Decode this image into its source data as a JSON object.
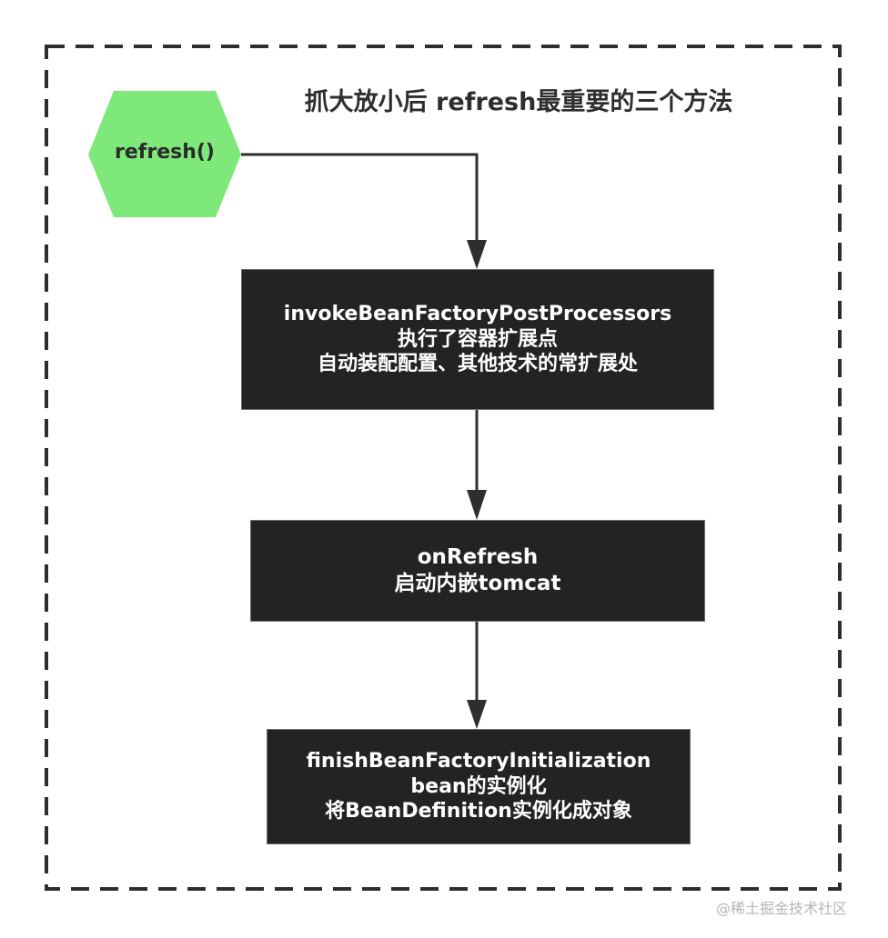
{
  "diagram": {
    "title": "抓大放小后 refresh最重要的三个方法",
    "start_node": {
      "label": "refresh()",
      "shape": "hexagon",
      "color": "#7fe87a"
    },
    "steps": [
      {
        "method": "invokeBeanFactoryPostProcessors",
        "lines": [
          "执行了容器扩展点",
          "自动装配配置、其他技术的常扩展处"
        ]
      },
      {
        "method": "onRefresh",
        "lines": [
          "启动内嵌tomcat"
        ]
      },
      {
        "method": "finishBeanFactoryInitialization",
        "lines": [
          "bean的实例化",
          "将BeanDefinition实例化成对象"
        ]
      }
    ],
    "edges": [
      {
        "from": "refresh()",
        "to": "invokeBeanFactoryPostProcessors"
      },
      {
        "from": "invokeBeanFactoryPostProcessors",
        "to": "onRefresh"
      },
      {
        "from": "onRefresh",
        "to": "finishBeanFactoryInitialization"
      }
    ],
    "colors": {
      "box_fill": "#232323",
      "box_text": "#ffffff",
      "line": "#2e2e2e",
      "frame": "#2e2e2e"
    }
  },
  "watermark": "@稀土掘金技术社区"
}
